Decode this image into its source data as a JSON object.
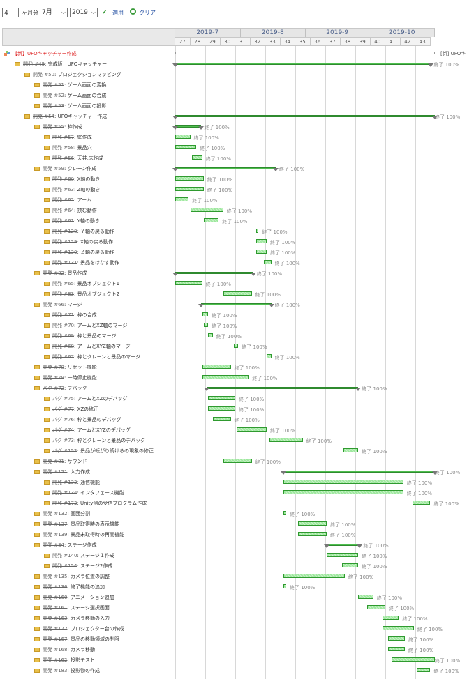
{
  "toolbar": {
    "months_value": "4",
    "months_unit": "ヶ月分",
    "month_select": "7月",
    "year_select": "2019",
    "apply_label": "適用",
    "clear_label": "クリア"
  },
  "timeline": {
    "months": [
      "2019-7",
      "2019-8",
      "2019-9",
      "2019-10"
    ],
    "weeks": [
      "27",
      "28",
      "29",
      "30",
      "31",
      "32",
      "33",
      "34",
      "35",
      "36",
      "37",
      "38",
      "39",
      "40",
      "41",
      "42",
      "43"
    ]
  },
  "project": {
    "label": "【新】UFOキャッチャー作成",
    "right_label": "[新] UFOキ"
  },
  "rows": [
    {
      "tracker": "開発 #49",
      "name": ": 完成版！UFOキャッチャー",
      "pct": "終了 100%"
    },
    {
      "tracker": "開発 #50",
      "name": ": プロジェクションマッピング",
      "pct": ""
    },
    {
      "tracker": "開発 #51",
      "name": ": ゲーム画面の変換",
      "pct": ""
    },
    {
      "tracker": "開発 #52",
      "name": ": ゲーム画面の合成",
      "pct": ""
    },
    {
      "tracker": "開発 #53",
      "name": ": ゲーム画面の投影",
      "pct": ""
    },
    {
      "tracker": "開発 #54",
      "name": ": UFOキャッチャー作成",
      "pct": "終了 100%"
    },
    {
      "tracker": "開発 #55",
      "name": ": 枠作成",
      "pct": "終了 100%"
    },
    {
      "tracker": "開発 #57",
      "name": ": 壁作成",
      "pct": "終了 100%"
    },
    {
      "tracker": "開発 #58",
      "name": ": 景品穴",
      "pct": "終了 100%"
    },
    {
      "tracker": "開発 #56",
      "name": ": 天井,床作成",
      "pct": "終了 100%"
    },
    {
      "tracker": "開発 #59",
      "name": ": クレーン作成",
      "pct": "終了 100%"
    },
    {
      "tracker": "開発 #60",
      "name": ": X軸の動き",
      "pct": "終了 100%"
    },
    {
      "tracker": "開発 #63",
      "name": ": Z軸の動き",
      "pct": "終了 100%"
    },
    {
      "tracker": "開発 #62",
      "name": ": アーム",
      "pct": "終了 100%"
    },
    {
      "tracker": "開発 #64",
      "name": ": 挟む動作",
      "pct": "終了 100%"
    },
    {
      "tracker": "開発 #61",
      "name": ": Y軸の動き",
      "pct": "終了 100%"
    },
    {
      "tracker": "開発 #128",
      "name": ": Ｙ軸の戻る動作",
      "pct": "終了 100%"
    },
    {
      "tracker": "開発 #129",
      "name": ": X軸の戻る動作",
      "pct": "終了 100%"
    },
    {
      "tracker": "開発 #130",
      "name": ": Ｚ軸の戻る動作",
      "pct": "終了 100%"
    },
    {
      "tracker": "開発 #131",
      "name": ": 景品をはなす動作",
      "pct": "終了 100%"
    },
    {
      "tracker": "開発 #82",
      "name": ": 景品作成",
      "pct": "終了 100%"
    },
    {
      "tracker": "開発 #65",
      "name": ": 景品オブジェクト1",
      "pct": "終了 100%"
    },
    {
      "tracker": "開発 #83",
      "name": ": 景品オブジェクト2",
      "pct": "終了 100%"
    },
    {
      "tracker": "開発 #66",
      "name": ": マージ",
      "pct": "終了 100%"
    },
    {
      "tracker": "開発 #71",
      "name": ": 枠の合成",
      "pct": "終了 100%"
    },
    {
      "tracker": "開発 #70",
      "name": ": アームとXZ軸のマージ",
      "pct": "終了 100%"
    },
    {
      "tracker": "開発 #69",
      "name": ": 枠と景品のマージ",
      "pct": "終了 100%"
    },
    {
      "tracker": "開発 #68",
      "name": ": アームとXYZ軸のマージ",
      "pct": "終了 100%"
    },
    {
      "tracker": "開発 #67",
      "name": ": 枠とクレーンと景品のマージ",
      "pct": "終了 100%"
    },
    {
      "tracker": "開発 #78",
      "name": ": リセット機能",
      "pct": "終了 100%"
    },
    {
      "tracker": "開発 #79",
      "name": ": 一時停止機能",
      "pct": "終了 100%"
    },
    {
      "tracker": "バグ #72",
      "name": ": デバッグ",
      "pct": "終了 100%"
    },
    {
      "tracker": "バグ #75",
      "name": ": アームとXZのデバッグ",
      "pct": "終了 100%"
    },
    {
      "tracker": "バグ #77",
      "name": ": XZの修正",
      "pct": "終了 100%"
    },
    {
      "tracker": "バグ #76",
      "name": ": 枠と景品のデバッグ",
      "pct": "終了 100%"
    },
    {
      "tracker": "バグ #74",
      "name": ": アームとXYZのデバッグ",
      "pct": "終了 100%"
    },
    {
      "tracker": "バグ #73",
      "name": ": 枠とクレーンと景品のデバッグ",
      "pct": "終了 100%"
    },
    {
      "tracker": "バグ #152",
      "name": ": 景品が転がり続けるの現象の修正",
      "pct": "終了 100%"
    },
    {
      "tracker": "開発 #81",
      "name": ": サウンド",
      "pct": "終了 100%"
    },
    {
      "tracker": "開発 #121",
      "name": ": 入力作成",
      "pct": "終了 100%"
    },
    {
      "tracker": "開発 #133",
      "name": ": 通信機能",
      "pct": "終了 100%"
    },
    {
      "tracker": "開発 #134",
      "name": ": インタフェース機能",
      "pct": "終了 100%"
    },
    {
      "tracker": "開発 #173",
      "name": ": Unity側の受信プログラム作成",
      "pct": "終了 100%"
    },
    {
      "tracker": "開発 #132",
      "name": ": 画面分割",
      "pct": "終了 100%"
    },
    {
      "tracker": "開発 #137",
      "name": ": 景品取得時の表示機能",
      "pct": "終了 100%"
    },
    {
      "tracker": "開発 #139",
      "name": ": 景品未取得時の再開機能",
      "pct": "終了 100%"
    },
    {
      "tracker": "開発 #84",
      "name": ": ステージ作成",
      "pct": "終了 100%"
    },
    {
      "tracker": "開発 #140",
      "name": ": ステージ１作成",
      "pct": "終了 100%"
    },
    {
      "tracker": "開発 #154",
      "name": ": ステージ2作成",
      "pct": "終了 100%"
    },
    {
      "tracker": "開発 #135",
      "name": ": カメラ位置の調整",
      "pct": "終了 100%"
    },
    {
      "tracker": "開発 #136",
      "name": ": 終了機能の追加",
      "pct": "終了 100%"
    },
    {
      "tracker": "開発 #160",
      "name": ": アニメーション追加",
      "pct": "終了 100%"
    },
    {
      "tracker": "開発 #161",
      "name": ": ステージ選択画面",
      "pct": "終了 100%"
    },
    {
      "tracker": "開発 #163",
      "name": ": カメラ移動の入力",
      "pct": "終了 100%"
    },
    {
      "tracker": "開発 #172",
      "name": ": プロジェクター台の作成",
      "pct": "終了 100%"
    },
    {
      "tracker": "開発 #167",
      "name": ": 景品の移動領域の制限",
      "pct": "終了 100%"
    },
    {
      "tracker": "開発 #168",
      "name": ": カメラ移動",
      "pct": "終了 100%"
    },
    {
      "tracker": "開発 #162",
      "name": ": 投影テスト",
      "pct": "終了 100%"
    },
    {
      "tracker": "開発 #183",
      "name": ": 投影物の作成",
      "pct": "終了 100%"
    }
  ],
  "colors": {
    "bar_fill": "#9ee89e",
    "bar_border": "#2f9a2f",
    "project_text": "#dd2222",
    "month_text": "#4a5f8a"
  }
}
